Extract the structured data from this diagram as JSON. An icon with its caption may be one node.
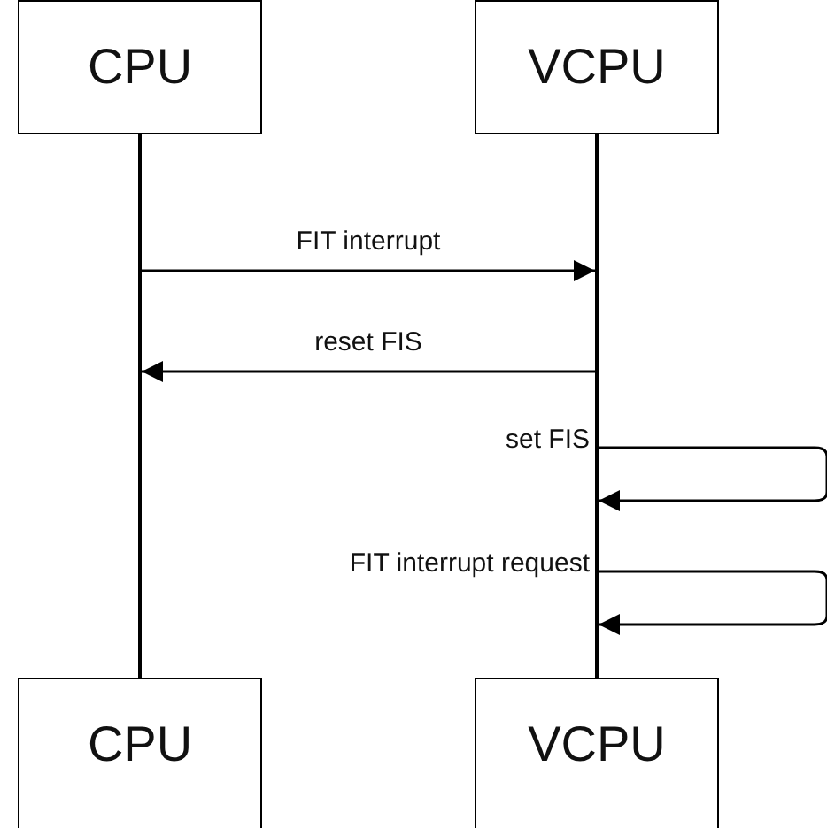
{
  "diagram": {
    "nodes": [
      {
        "text": [
          "CPU"
        ]
      },
      {
        "text": [
          "VCPU"
        ]
      },
      {
        "text": [],
        "shape": "line"
      },
      {
        "text": [],
        "shape": "line"
      },
      {
        "text": [
          "CPU"
        ]
      },
      {
        "text": [
          "VCPU"
        ]
      }
    ],
    "edges": [
      {
        "from": 2,
        "to": 3,
        "arrow": "to",
        "label": "FIT interrupt"
      },
      {
        "from": 3,
        "to": 2,
        "arrow": "to",
        "label": "reset FIS"
      },
      {
        "from": 3,
        "to": 3,
        "arrow": "to",
        "label": "set FIS"
      },
      {
        "from": 3,
        "to": 3,
        "arrow": "to",
        "label": "FIT interrupt request"
      }
    ]
  }
}
